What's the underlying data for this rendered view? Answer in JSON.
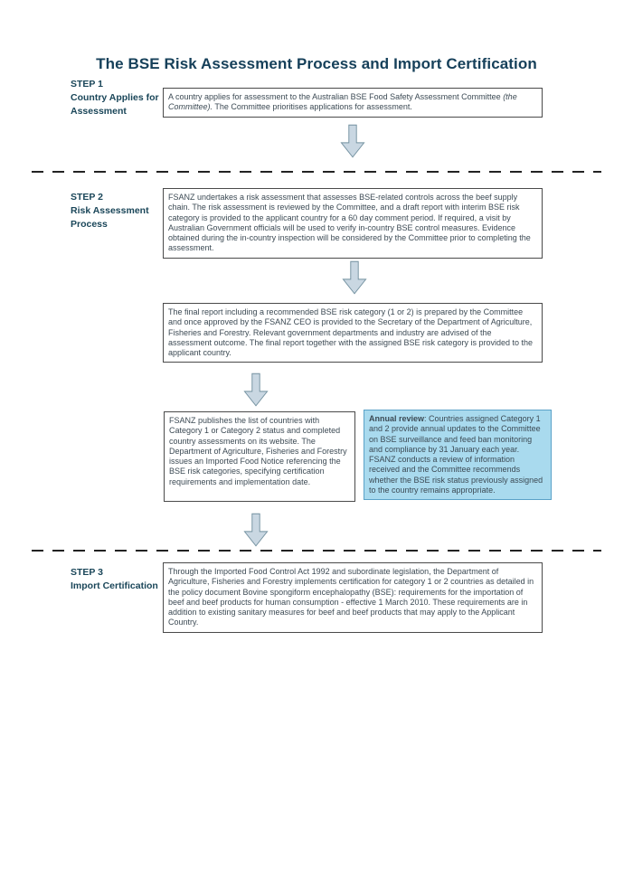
{
  "title": "The BSE Risk Assessment Process and Import Certification",
  "colors": {
    "heading_text": "#1a4659",
    "body_text": "#3c4a54",
    "box_border": "#4a4a4a",
    "arrow_fill": "#c9d7e2",
    "arrow_stroke": "#72909f",
    "highlight_fill": "#a9daee",
    "highlight_border": "#5aa2c8",
    "dashed_line": "#222222"
  },
  "step1": {
    "label": "STEP 1",
    "name": "Country Applies for Assessment",
    "box": {
      "text_pre": "A country applies for assessment to the Australian BSE Food Safety Assessment Committee ",
      "text_italic": "(the Committee).",
      "text_post": " The Committee prioritises applications for assessment."
    }
  },
  "step2": {
    "label": "STEP 2",
    "name": "Risk Assessment Process",
    "box_assessment": "FSANZ undertakes a risk assessment that assesses BSE-related controls across the beef supply chain. The risk assessment is reviewed by the Committee, and a draft report with interim BSE risk category is provided to the applicant country for a 60 day comment period. If required, a visit by Australian Government officials will be used to verify in-country BSE control measures. Evidence obtained during the in-country inspection will be considered by the Committee prior to completing the assessment.",
    "box_final_report": "The final report including a recommended BSE risk category (1 or 2) is prepared by the Committee and once approved by the FSANZ CEO is provided to the Secretary of the Department of Agriculture, Fisheries and Forestry. Relevant government departments and industry are advised of the assessment outcome. The final report together with the assigned BSE risk category is provided to the applicant country.",
    "box_publication": "FSANZ publishes the list of countries with Category 1 or Category 2 status and completed country assessments on its website. The Department of Agriculture, Fisheries and Forestry issues an Imported Food Notice referencing the BSE risk categories, specifying certification requirements and implementation date.",
    "box_annual_review": {
      "bold": "Annual review",
      "rest": ": Countries assigned Category 1 and 2 provide annual updates to the Committee on BSE surveillance and feed ban monitoring and compliance by 31 January each year. FSANZ conducts a review of information received and the Committee recommends whether the BSE risk status previously assigned to the country remains appropriate."
    }
  },
  "step3": {
    "label": "STEP 3",
    "name": "Import Certification",
    "box": "Through the Imported Food Control Act 1992 and subordinate legislation, the Department of Agriculture, Fisheries and Forestry implements certification for category 1 or 2 countries as detailed in the policy document Bovine spongiform encephalopathy (BSE): requirements for the importation of beef and beef products for human consumption - effective 1 March 2010. These requirements are in addition to existing sanitary measures for beef and beef products that may apply to the Applicant Country."
  }
}
